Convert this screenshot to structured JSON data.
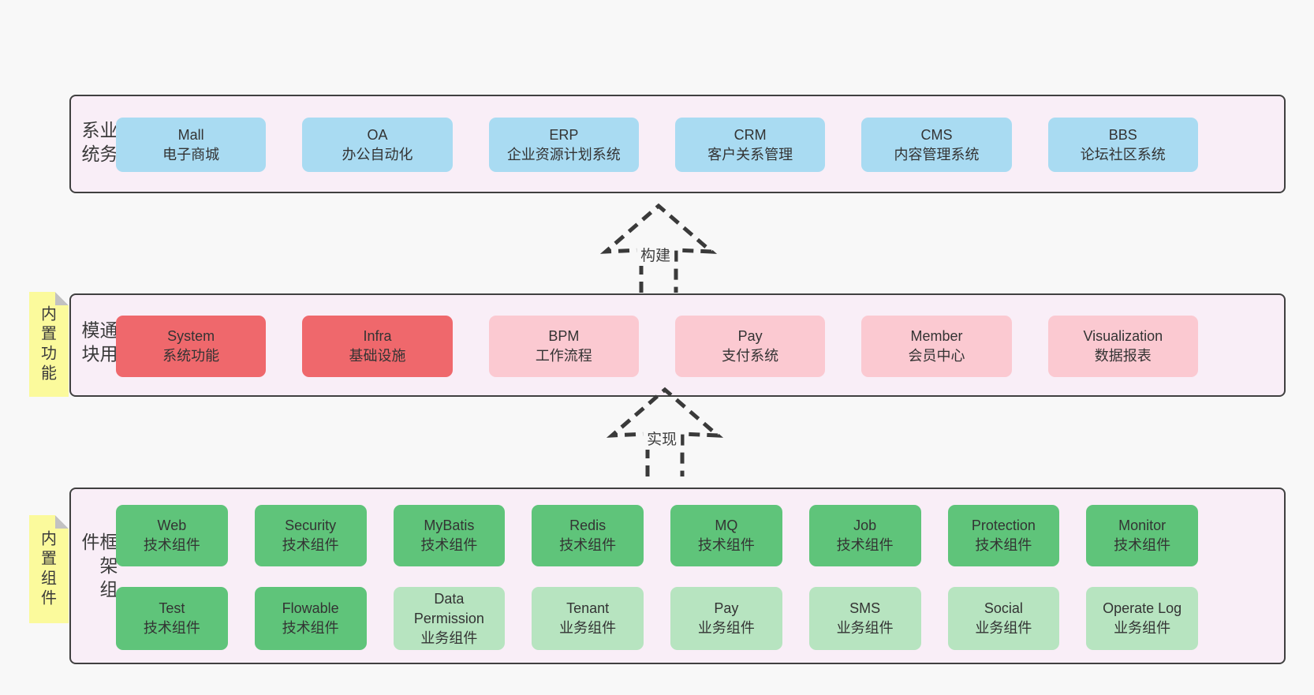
{
  "palette": {
    "page_bg": "#f8f8f8",
    "band_bg": "#f9eef7",
    "band_border": "#404040",
    "blue": "#a9dbf2",
    "red": "#ef686c",
    "pink": "#fbc9d1",
    "green_dark": "#5fc47a",
    "green_light": "#b7e4c0",
    "note_yellow": "#fbfa9c",
    "note_fold_gray": "#c2c2c2",
    "arrow": "#3a3a3a"
  },
  "bands": [
    {
      "label": "业务系统",
      "boxes": [
        {
          "title": "Mall",
          "subtitle": "电子商城"
        },
        {
          "title": "OA",
          "subtitle": "办公自动化"
        },
        {
          "title": "ERP",
          "subtitle": "企业资源计划系统"
        },
        {
          "title": "CRM",
          "subtitle": "客户关系管理"
        },
        {
          "title": "CMS",
          "subtitle": "内容管理系统"
        },
        {
          "title": "BBS",
          "subtitle": "论坛社区系统"
        }
      ]
    },
    {
      "label": "通用模块",
      "note": "内置功能",
      "boxes": [
        {
          "title": "System",
          "subtitle": "系统功能"
        },
        {
          "title": "Infra",
          "subtitle": "基础设施"
        },
        {
          "title": "BPM",
          "subtitle": "工作流程"
        },
        {
          "title": "Pay",
          "subtitle": "支付系统"
        },
        {
          "title": "Member",
          "subtitle": "会员中心"
        },
        {
          "title": "Visualization",
          "subtitle": "数据报表"
        }
      ]
    },
    {
      "label": "框架组件",
      "note": "内置组件",
      "rows": [
        [
          {
            "title": "Web",
            "subtitle": "技术组件"
          },
          {
            "title": "Security",
            "subtitle": "技术组件"
          },
          {
            "title": "MyBatis",
            "subtitle": "技术组件"
          },
          {
            "title": "Redis",
            "subtitle": "技术组件"
          },
          {
            "title": "MQ",
            "subtitle": "技术组件"
          },
          {
            "title": "Job",
            "subtitle": "技术组件"
          },
          {
            "title": "Protection",
            "subtitle": "技术组件"
          },
          {
            "title": "Monitor",
            "subtitle": "技术组件"
          }
        ],
        [
          {
            "title": "Test",
            "subtitle": "技术组件"
          },
          {
            "title": "Flowable",
            "subtitle": "技术组件"
          },
          {
            "title": "Data Permission",
            "subtitle": "业务组件"
          },
          {
            "title": "Tenant",
            "subtitle": "业务组件"
          },
          {
            "title": "Pay",
            "subtitle": "业务组件"
          },
          {
            "title": "SMS",
            "subtitle": "业务组件"
          },
          {
            "title": "Social",
            "subtitle": "业务组件"
          },
          {
            "title": "Operate Log",
            "subtitle": "业务组件"
          }
        ]
      ]
    }
  ],
  "arrows": [
    {
      "label": "构建"
    },
    {
      "label": "实现"
    }
  ]
}
